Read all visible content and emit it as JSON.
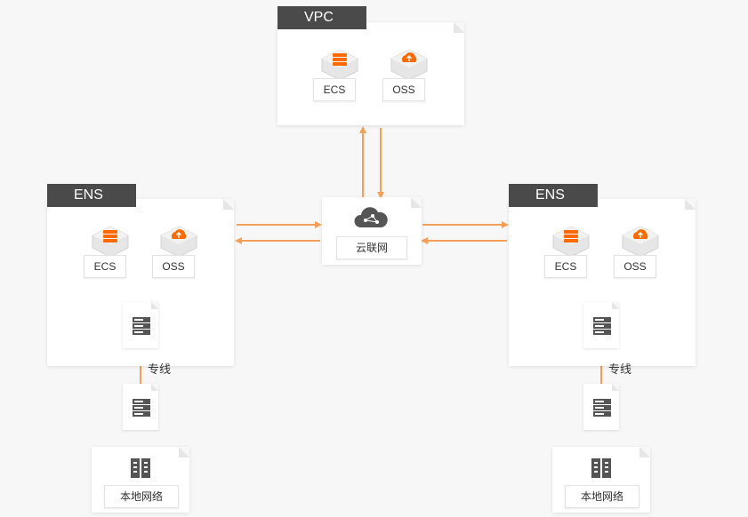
{
  "vpc": {
    "title": "VPC",
    "services": [
      {
        "label": "ECS",
        "icon": "ecs-server-icon"
      },
      {
        "label": "OSS",
        "icon": "oss-storage-icon"
      }
    ]
  },
  "ens_left": {
    "title": "ENS",
    "services": [
      {
        "label": "ECS",
        "icon": "ecs-server-icon"
      },
      {
        "label": "OSS",
        "icon": "oss-storage-icon"
      }
    ],
    "link_label": "专线",
    "local_label": "本地网络"
  },
  "ens_right": {
    "title": "ENS",
    "services": [
      {
        "label": "ECS",
        "icon": "ecs-server-icon"
      },
      {
        "label": "OSS",
        "icon": "oss-storage-icon"
      }
    ],
    "link_label": "专线",
    "local_label": "本地网络"
  },
  "center": {
    "label": "云联网",
    "icon": "cloud-network-icon"
  },
  "colors": {
    "accent": "#f5a05a",
    "tag": "#4a4a4a",
    "icon_gray": "#555555",
    "icon_orange": "#ff6a00"
  }
}
